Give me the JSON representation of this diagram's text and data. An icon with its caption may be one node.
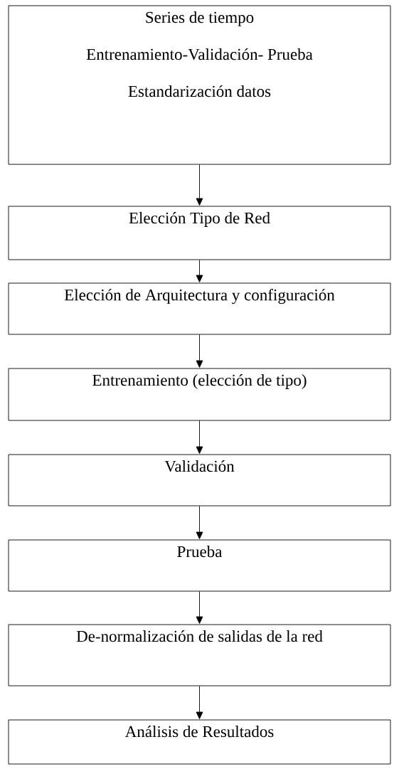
{
  "diagram": {
    "nodes": [
      {
        "text": [
          "Series de tiempo",
          "Entrenamiento-Validación- Prueba",
          "Estandarización datos"
        ]
      },
      {
        "text": [
          "Elección  Tipo de Red"
        ]
      },
      {
        "text": [
          "Elección  de Arquitectura y configuración"
        ]
      },
      {
        "text": [
          "Entrenamiento (elección de tipo)"
        ]
      },
      {
        "text": [
          "Validación"
        ]
      },
      {
        "text": [
          "Prueba"
        ]
      },
      {
        "text": [
          "De-normalización de  salidas de la red"
        ]
      },
      {
        "text": [
          "Análisis de Resultados"
        ]
      }
    ],
    "edges": [
      {
        "from": 0,
        "to": 1,
        "arrow": "to"
      },
      {
        "from": 1,
        "to": 2,
        "arrow": "to"
      },
      {
        "from": 2,
        "to": 3,
        "arrow": "to"
      },
      {
        "from": 3,
        "to": 4,
        "arrow": "to"
      },
      {
        "from": 4,
        "to": 5,
        "arrow": "to"
      },
      {
        "from": 5,
        "to": 6,
        "arrow": "to"
      },
      {
        "from": 6,
        "to": 7,
        "arrow": "to"
      }
    ]
  }
}
